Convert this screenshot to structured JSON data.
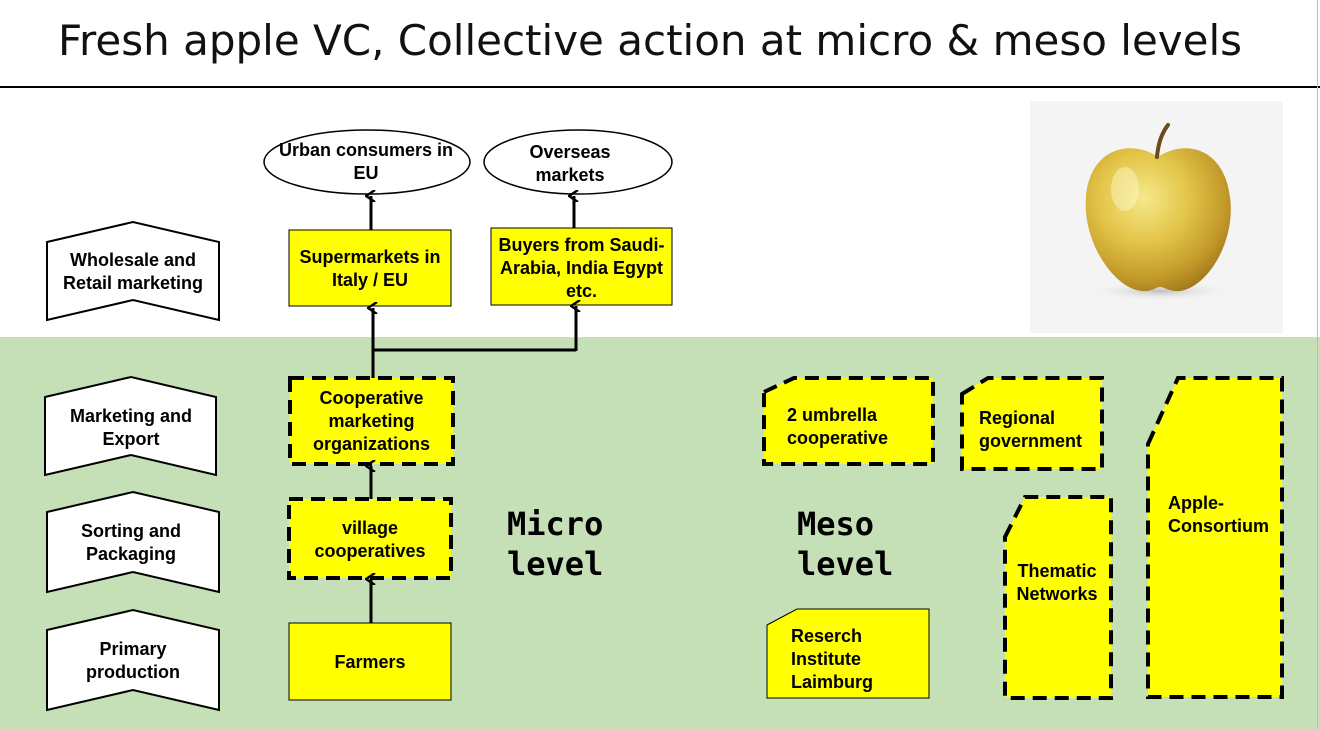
{
  "title": "Fresh apple VC, Collective action at micro & meso levels",
  "stages": {
    "wholesale": "Wholesale and Retail marketing",
    "marketing_export": "Marketing and Export",
    "sorting": "Sorting and Packaging",
    "primary": "Primary production"
  },
  "markets": {
    "urban": "Urban consumers in EU",
    "overseas": "Overseas markets"
  },
  "chain": {
    "supermarkets": "Supermarkets in Italy / EU",
    "buyers": "Buyers from Saudi-Arabia, India Egypt etc.",
    "cooperative_marketing": "Cooperative marketing organizations",
    "village": "village cooperatives",
    "farmers": "Farmers"
  },
  "levels": {
    "micro": "Micro level",
    "meso": "Meso level"
  },
  "meso_actors": {
    "umbrella": "2 umbrella cooperative",
    "regional": "Regional government",
    "thematic": "Thematic Networks",
    "consortium": "Apple-Consortium",
    "research": "Reserch Institute Laimburg"
  },
  "colors": {
    "highlight": "#ffff00",
    "band": "#c5dfb6",
    "line": "#000000"
  }
}
